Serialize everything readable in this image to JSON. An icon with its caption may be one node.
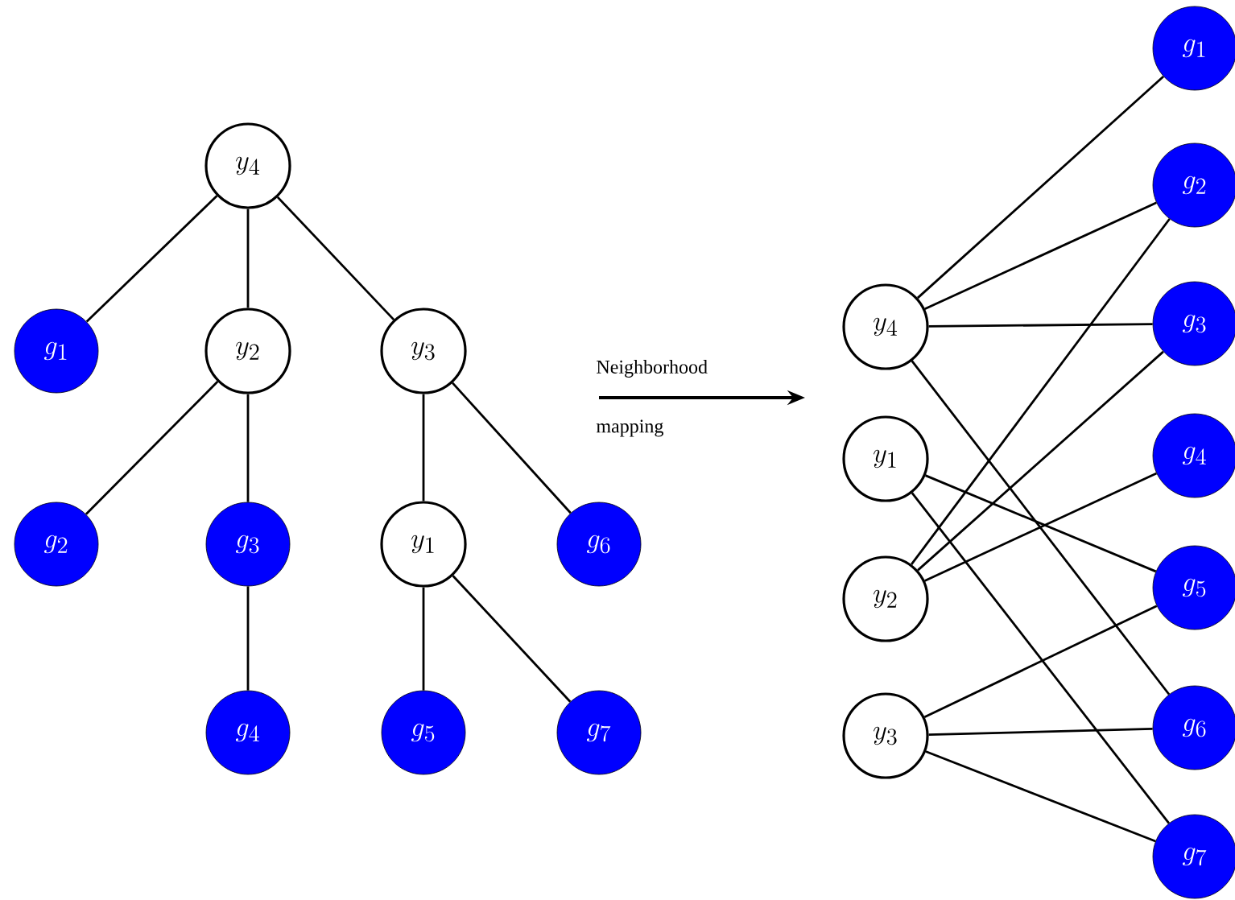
{
  "diagram": {
    "nodes": [
      {
        "text": [
          "y_4"
        ]
      },
      {
        "text": [
          "g_1"
        ]
      },
      {
        "text": [
          "y_2"
        ]
      },
      {
        "text": [
          "y_3"
        ]
      },
      {
        "text": [
          "g_2"
        ]
      },
      {
        "text": [
          "g_3"
        ]
      },
      {
        "text": [
          "y_1"
        ]
      },
      {
        "text": [
          "g_6"
        ]
      },
      {
        "text": [
          "g_4"
        ]
      },
      {
        "text": [
          "g_5"
        ]
      },
      {
        "text": [
          "g_7"
        ]
      },
      {
        "text": [
          "y_4"
        ]
      },
      {
        "text": [
          "y_1"
        ]
      },
      {
        "text": [
          "y_2"
        ]
      },
      {
        "text": [
          "y_3"
        ]
      },
      {
        "text": [
          "g_1"
        ]
      },
      {
        "text": [
          "g_2"
        ]
      },
      {
        "text": [
          "g_3"
        ]
      },
      {
        "text": [
          "g_4"
        ]
      },
      {
        "text": [
          "g_5"
        ]
      },
      {
        "text": [
          "g_6"
        ]
      },
      {
        "text": [
          "g_7"
        ]
      }
    ],
    "edges": [
      {
        "from": 0,
        "to": 1,
        "arrow": "none"
      },
      {
        "from": 0,
        "to": 2,
        "arrow": "none"
      },
      {
        "from": 0,
        "to": 3,
        "arrow": "none"
      },
      {
        "from": 2,
        "to": 4,
        "arrow": "none"
      },
      {
        "from": 2,
        "to": 5,
        "arrow": "none"
      },
      {
        "from": 5,
        "to": 8,
        "arrow": "none"
      },
      {
        "from": 3,
        "to": 6,
        "arrow": "none"
      },
      {
        "from": 3,
        "to": 7,
        "arrow": "none"
      },
      {
        "from": 6,
        "to": 9,
        "arrow": "none"
      },
      {
        "from": 6,
        "to": 10,
        "arrow": "none"
      },
      {
        "from": 11,
        "to": 15,
        "arrow": "none"
      },
      {
        "from": 11,
        "to": 16,
        "arrow": "none"
      },
      {
        "from": 11,
        "to": 17,
        "arrow": "none"
      },
      {
        "from": 11,
        "to": 20,
        "arrow": "none"
      },
      {
        "from": 12,
        "to": 19,
        "arrow": "none"
      },
      {
        "from": 12,
        "to": 21,
        "arrow": "none"
      },
      {
        "from": 13,
        "to": 16,
        "arrow": "none"
      },
      {
        "from": 13,
        "to": 17,
        "arrow": "none"
      },
      {
        "from": 13,
        "to": 18,
        "arrow": "none"
      },
      {
        "from": 14,
        "to": 19,
        "arrow": "none"
      },
      {
        "from": 14,
        "to": 20,
        "arrow": "none"
      },
      {
        "from": 14,
        "to": 21,
        "arrow": "none"
      }
    ],
    "labels": [
      "Neighborhood",
      "mapping"
    ]
  }
}
